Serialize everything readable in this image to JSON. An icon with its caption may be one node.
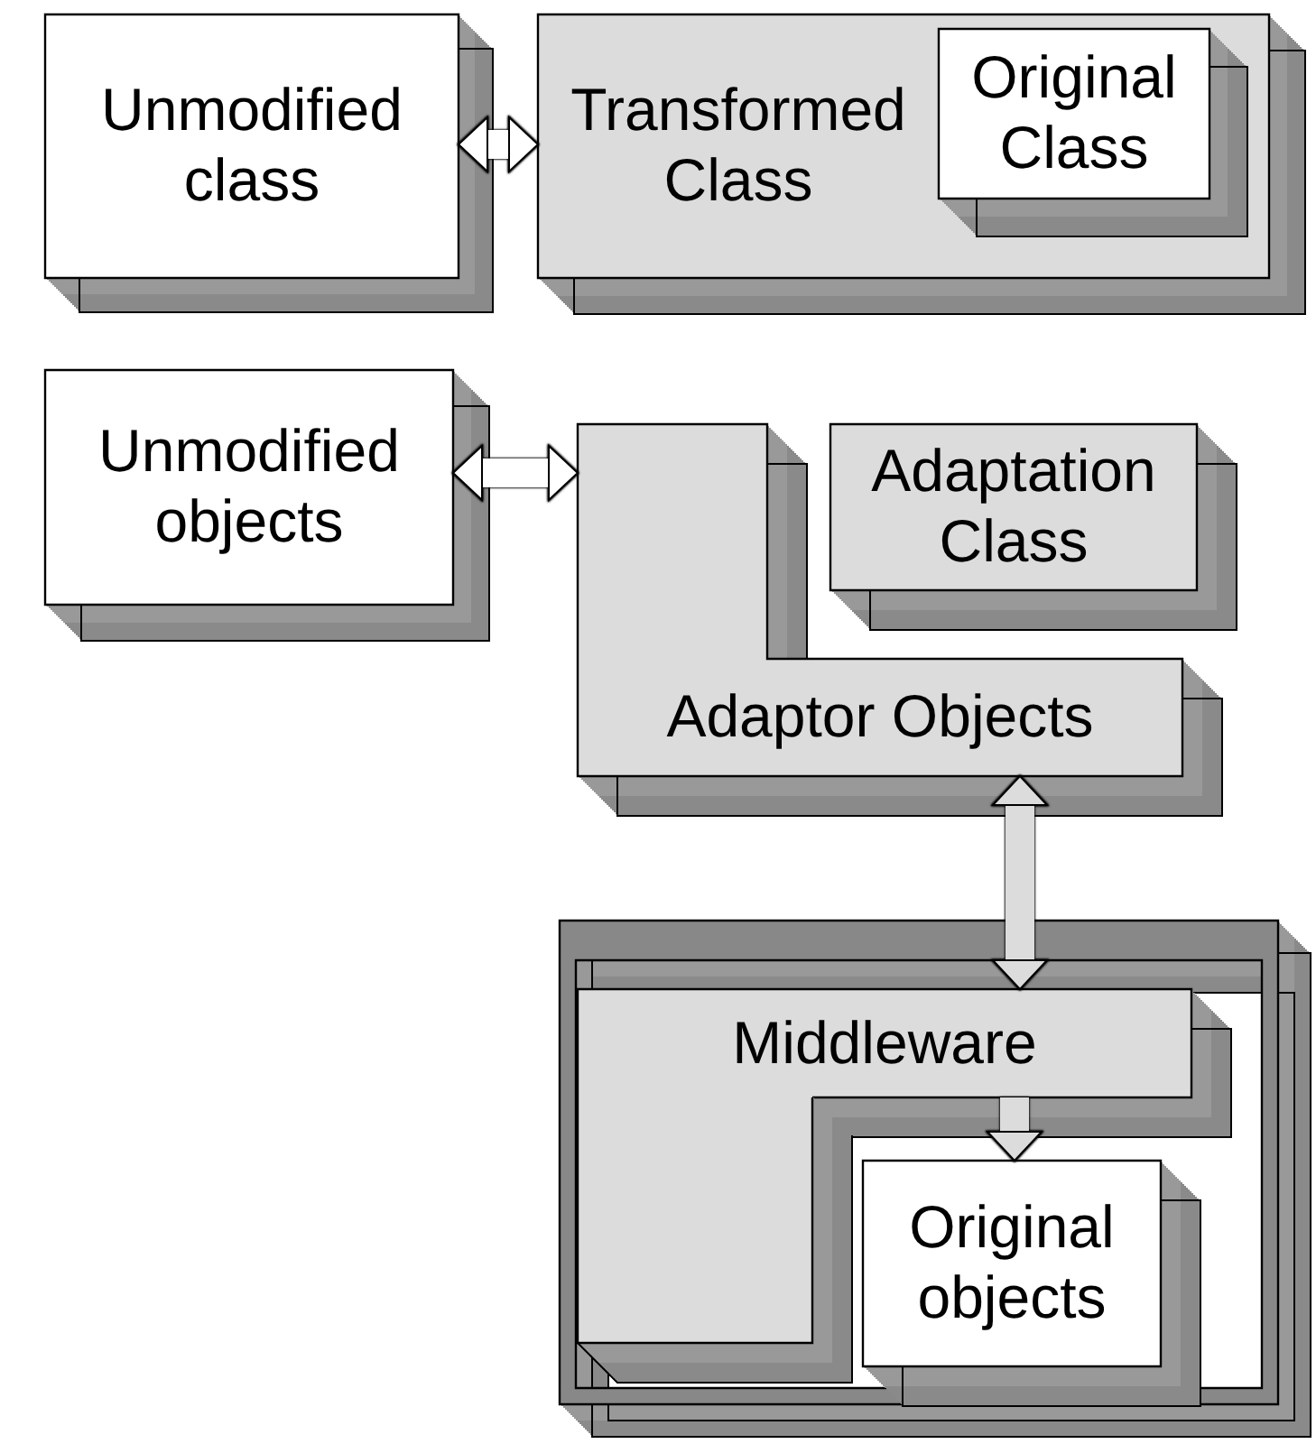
{
  "diagram": {
    "nodes": [
      {
        "text": [
          "Unmodified class"
        ]
      },
      {
        "text": [
          "Transformed Class"
        ]
      },
      {
        "text": [
          "Original Class"
        ],
        "in": 1
      },
      {
        "text": [
          "Unmodified objects"
        ]
      },
      {
        "text": [
          "Adaptation Class"
        ]
      },
      {
        "text": [
          "Adaptor Objects"
        ]
      },
      {
        "text": [],
        "shape": "box"
      },
      {
        "text": [
          "Middleware"
        ],
        "in": 6
      },
      {
        "text": [
          "Original objects"
        ],
        "in": 6
      }
    ],
    "edges": [
      {
        "from": 0,
        "to": 1,
        "arrow": "both"
      },
      {
        "from": 3,
        "to": 5,
        "arrow": "both"
      },
      {
        "from": 5,
        "to": 7,
        "arrow": "both"
      },
      {
        "from": 7,
        "to": 8,
        "arrow": "to"
      }
    ]
  }
}
